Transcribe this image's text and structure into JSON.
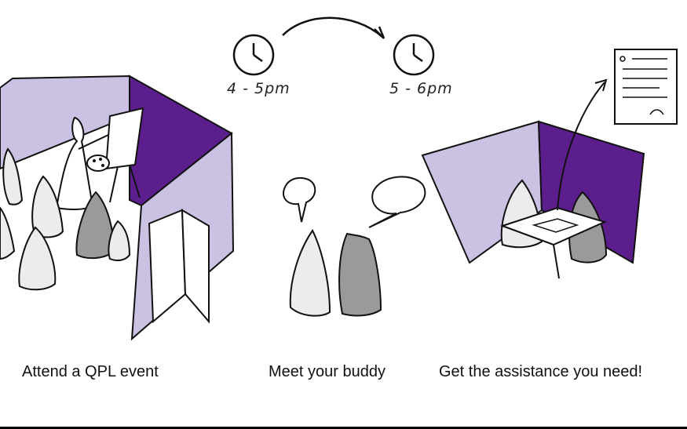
{
  "colors": {
    "light_purple": "#cbc1e3",
    "dark_purple": "#5b1e8c",
    "figure_light": "#ececec",
    "figure_dark": "#9a9a9a",
    "ink": "#111111"
  },
  "timeline": {
    "start_time": "4 - 5pm",
    "end_time": "5 - 6pm"
  },
  "steps": [
    {
      "caption": "Attend a QPL event"
    },
    {
      "caption": "Meet your buddy"
    },
    {
      "caption": "Get the assistance you need!"
    }
  ]
}
